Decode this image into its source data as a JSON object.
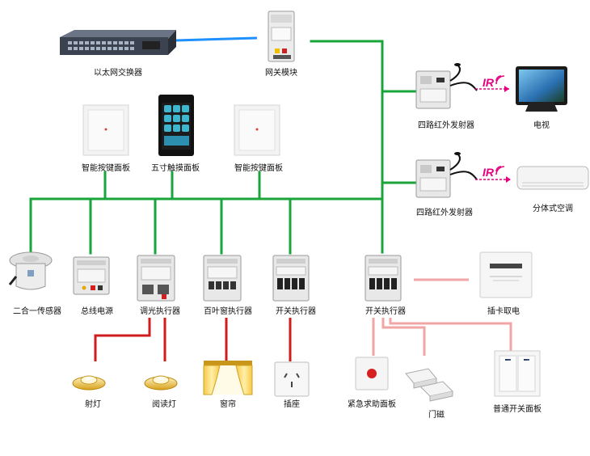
{
  "devices": {
    "ethernet_switch": "以太网交换器",
    "gateway_module": "网关模块",
    "ir_transmitter_1": "四路红外发射器",
    "ir_transmitter_2": "四路红外发射器",
    "tv": "电视",
    "split_ac": "分体式空调",
    "smart_key_panel_left": "智能按键面板",
    "touch_panel_5in": "五寸触摸面板",
    "smart_key_panel_right": "智能按键面板",
    "dual_sensor": "二合一传感器",
    "bus_power": "总线电源",
    "dimming_actuator": "调光执行器",
    "blind_actuator": "百叶窗执行器",
    "switch_actuator_1": "开关执行器",
    "switch_actuator_2": "开关执行器",
    "card_switch": "插卡取电",
    "spotlight": "射灯",
    "reading_lamp": "阅读灯",
    "curtain": "窗帘",
    "socket": "插座",
    "emergency_panel": "紧急求助面板",
    "door_magnet": "门磁",
    "normal_switch_panel": "普通开关面板"
  },
  "signals": {
    "ir_1": "IR",
    "ir_2": "IR"
  },
  "colors": {
    "bus_line": "#1aa53a",
    "network_line": "#1e90ff",
    "load_line": "#d01c1c",
    "input_line": "#f2a5a5",
    "ir_accent": "#e6007e"
  }
}
